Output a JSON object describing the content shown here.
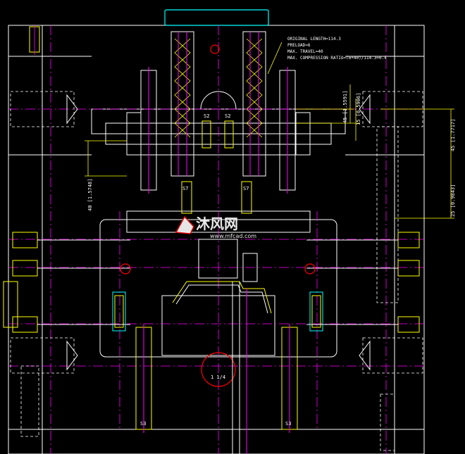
{
  "notes": [
    "ORIGINAL LENGTH=114.3",
    "PRELOAD=6",
    "MAX. TRAVEL=40",
    "MAX. COMPRESSION RATIO=(6+40)/114.3=0.4"
  ],
  "dimensions": {
    "d45_top": "45 [1.5591]",
    "d15": "15 [0.5906]",
    "d40": "40 [1.5748]",
    "d45_right": "45 [1.7717]",
    "d25": "25 [0.9843]"
  },
  "tags": {
    "s2_left": "S2",
    "s2_right": "S2",
    "s7_left": "S7",
    "s7_right": "S7",
    "s3_left": "S3",
    "s3_right": "S3",
    "n1_4": "1 1/4"
  },
  "watermark": {
    "brand": "沐风网",
    "url": "www.mfcad.com"
  },
  "colors": {
    "white": "#ffffff",
    "magenta": "#ff00ff",
    "yellow": "#ffff00",
    "cyan": "#00ffff",
    "red": "#ff0000"
  }
}
